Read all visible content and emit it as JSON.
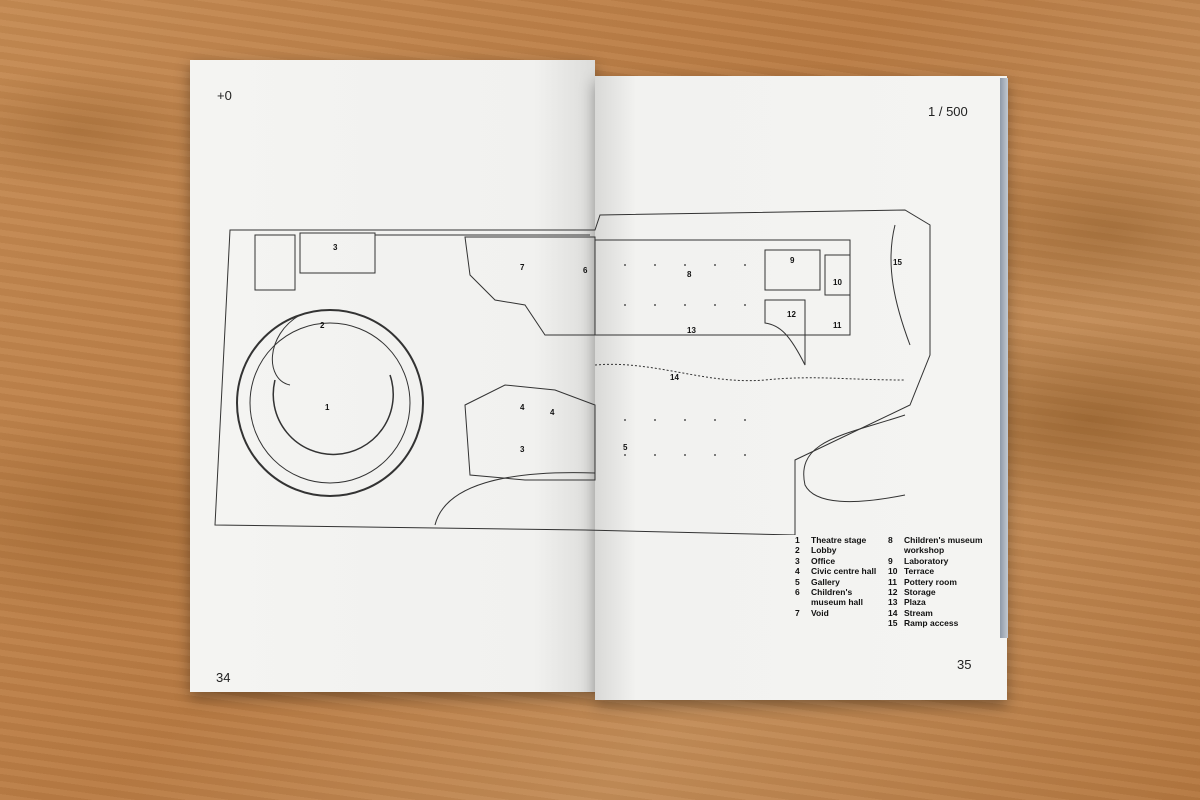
{
  "booklet": {
    "left_page": {
      "level": "+0",
      "page_number": "34"
    },
    "right_page": {
      "scale": "1 / 500",
      "page_number": "35"
    }
  },
  "plan": {
    "room_numbers": [
      "1",
      "2",
      "3",
      "3",
      "4",
      "4",
      "5",
      "6",
      "7",
      "8",
      "9",
      "10",
      "11",
      "12",
      "13",
      "14",
      "15"
    ]
  },
  "legend": {
    "column_1": [
      {
        "num": "1",
        "label": "Theatre stage"
      },
      {
        "num": "2",
        "label": "Lobby"
      },
      {
        "num": "3",
        "label": "Office"
      },
      {
        "num": "4",
        "label": "Civic centre hall"
      },
      {
        "num": "5",
        "label": "Gallery"
      },
      {
        "num": "6",
        "label": "Children's museum hall"
      },
      {
        "num": "7",
        "label": "Void"
      }
    ],
    "column_2": [
      {
        "num": "8",
        "label": "Children's museum workshop"
      },
      {
        "num": "9",
        "label": "Laboratory"
      },
      {
        "num": "10",
        "label": "Terrace"
      },
      {
        "num": "11",
        "label": "Pottery room"
      },
      {
        "num": "12",
        "label": "Storage"
      },
      {
        "num": "13",
        "label": "Plaza"
      },
      {
        "num": "14",
        "label": "Stream"
      },
      {
        "num": "15",
        "label": "Ramp access"
      }
    ]
  }
}
